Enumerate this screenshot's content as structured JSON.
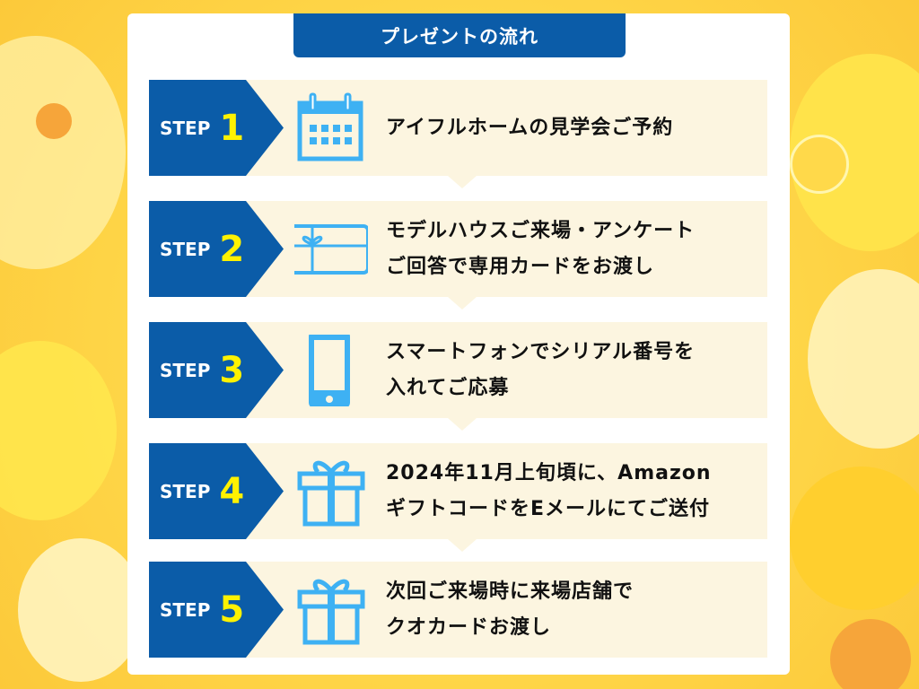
{
  "title": "プレゼントの流れ",
  "colors": {
    "brand_blue": "#0b5ca8",
    "step_number": "#fff200",
    "icon_blue": "#3eb1f3",
    "row_bg": "#fcf5e0"
  },
  "steps": [
    {
      "label": "STEP",
      "number": "1",
      "icon": "calendar-icon",
      "lines": [
        "アイフルホームの見学会ご予約"
      ]
    },
    {
      "label": "STEP",
      "number": "2",
      "icon": "gift-card-icon",
      "lines": [
        "モデルハウスご来場・アンケート",
        "ご回答で専用カードをお渡し"
      ]
    },
    {
      "label": "STEP",
      "number": "3",
      "icon": "smartphone-icon",
      "lines": [
        "スマートフォンでシリアル番号を",
        "入れてご応募"
      ]
    },
    {
      "label": "STEP",
      "number": "4",
      "icon": "gift-icon",
      "lines": [
        "2024年11月上旬頃に、Amazon",
        "ギフトコードをEメールにてご送付"
      ]
    },
    {
      "label": "STEP",
      "number": "5",
      "icon": "gift-icon",
      "lines": [
        "次回ご来場時に来場店舗で",
        "クオカードお渡し"
      ]
    }
  ]
}
